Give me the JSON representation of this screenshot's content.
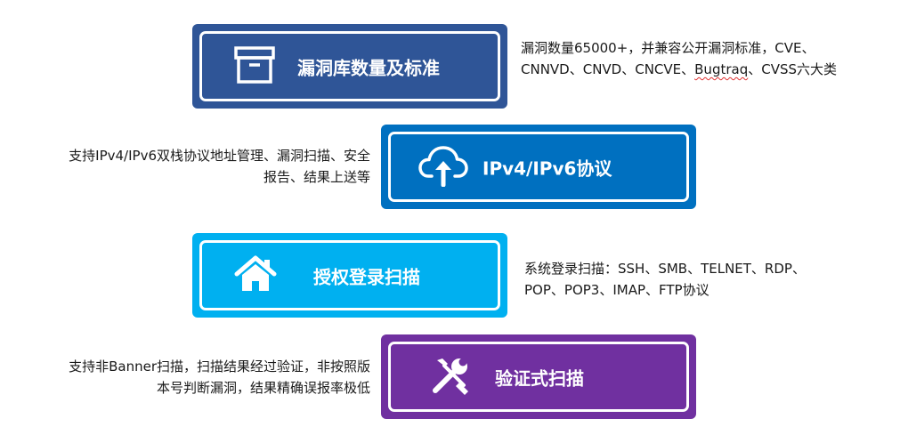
{
  "colors": {
    "card1": "#2f5597",
    "card2": "#0070c0",
    "card3": "#00b0f0",
    "card4": "#7030a0",
    "text": "#1a1a1a"
  },
  "features": [
    {
      "icon": "archive-box-icon",
      "title": "漏洞库数量及标准",
      "desc_lines": [
        "漏洞数量65000+，并兼容公开漏洞标准，CVE、"
      ],
      "desc_line2_prefix": "CNNVD、CNVD、CNCVE、",
      "desc_line2_underlined": "Bugtraq",
      "desc_line2_suffix": "、CVSS六大类"
    },
    {
      "icon": "cloud-upload-icon",
      "title": "IPv4/IPv6协议",
      "desc_lines": [
        "支持IPv4/IPv6双栈协议地址管理、漏洞扫描、安全",
        "报告、结果上送等"
      ]
    },
    {
      "icon": "home-icon",
      "title": "授权登录扫描",
      "desc_lines": [
        "系统登录扫描：SSH、SMB、TELNET、RDP、",
        "POP、POP3、IMAP、FTP协议"
      ]
    },
    {
      "icon": "wrench-screwdriver-icon",
      "title": "验证式扫描",
      "desc_lines": [
        "支持非Banner扫描，扫描结果经过验证，非按照版",
        "本号判断漏洞，结果精确误报率极低"
      ]
    }
  ]
}
